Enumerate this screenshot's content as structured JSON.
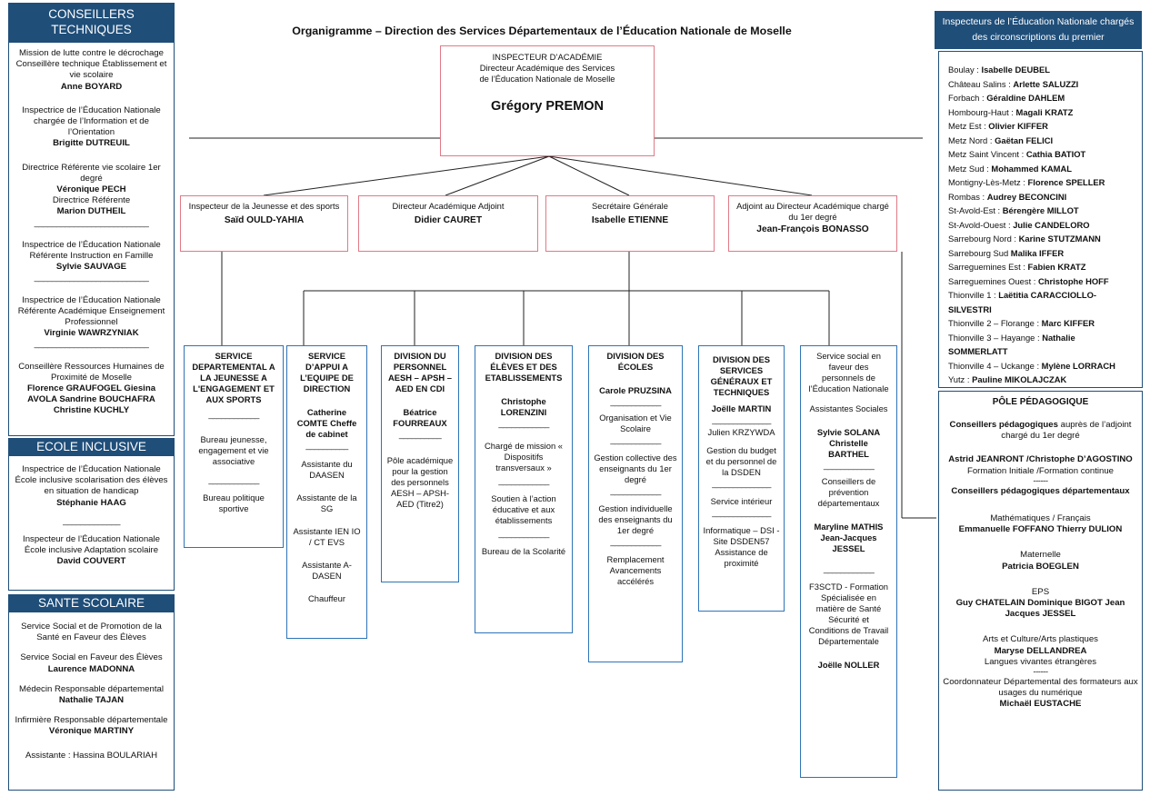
{
  "title": "Organigramme – Direction des Services Départementaux de l’Éducation Nationale de Moselle",
  "top": {
    "line1": "INSPECTEUR D’ACADÉMIE",
    "line2": "Directeur Académique des Services",
    "line3": "de l’Éducation Nationale de Moselle",
    "name": "Grégory PREMON"
  },
  "second_row": [
    {
      "role": "Inspecteur de la Jeunesse et des sports",
      "name": "Saïd OULD-YAHIA"
    },
    {
      "role": "Directeur Académique Adjoint",
      "name": "Didier CAURET"
    },
    {
      "role": "Secrétaire Générale",
      "name": "Isabelle ETIENNE"
    },
    {
      "role": "Adjoint au Directeur Académique chargé du 1er degré",
      "name": "Jean-François BONASSO"
    }
  ],
  "divisions": {
    "d1": {
      "title": "SERVICE DEPARTEMENTAL A LA JEUNESSE A L'ENGAGEMENT ET AUX SPORTS",
      "rule": "____________",
      "t1": "Bureau jeunesse, engagement et vie associative",
      "t2": "Bureau politique sportive"
    },
    "d2": {
      "title": "SERVICE D’APPUI A L’EQUIPE DE DIRECTION",
      "name": "Catherine COMTE Cheffe de cabinet",
      "rule": "__________",
      "t1": "Assistante du DAASEN",
      "t2": "Assistante de la SG",
      "t3": "Assistante IEN IO / CT EVS",
      "t4": "Assistante A-DASEN",
      "t5": "Chauffeur"
    },
    "d3": {
      "title": "DIVISION DU PERSONNEL AESH – APSH – AED EN CDI",
      "name": "Béatrice FOURREAUX",
      "rule": "__________",
      "t1": "Pôle académique pour la gestion des personnels AESH – APSH- AED (Titre2)"
    },
    "d4": {
      "title": "DIVISION DES ÉLÈVES ET DES ETABLISSEMENTS",
      "name": "Christophe LORENZINI",
      "rule": "____________",
      "t1": "Chargé de mission « Dispositifs transversaux »",
      "t2": "Soutien à l’action éducative et aux établissements",
      "t3": "Bureau de la Scolarité"
    },
    "d5": {
      "title": "DIVISION DES ÉCOLES",
      "name": "Carole PRUZSINA",
      "rule": "____________",
      "t1": "Organisation et Vie Scolaire",
      "t2": "Gestion collective des enseignants du 1er degré",
      "t3": "Gestion individuelle des enseignants du 1er degré",
      "t4": "Remplacement Avancements accélérés"
    },
    "d6": {
      "title": "DIVISION DES SERVICES GÉNÉRAUX ET TECHNIQUES",
      "name": "Joëlle MARTIN",
      "rule": "______________",
      "t1": "Julien KRZYWDA",
      "t2": "Gestion du budget et du personnel de la DSDEN",
      "t3": "Service intérieur",
      "t4": "Informatique – DSI - Site DSDEN57 Assistance de proximité"
    },
    "d7": {
      "t1": "Service social en faveur des personnels de l’Éducation Nationale",
      "t2": "Assistantes Sociales",
      "n1": "Sylvie SOLANA Christelle BARTHEL",
      "rule": "____________",
      "t3": "Conseillers de prévention départementaux",
      "n2": "Maryline MATHIS Jean-Jacques JESSEL",
      "t4": "F3SCTD - Formation Spécialisée en matière de Santé Sécurité et Conditions de Travail Départementale",
      "n3": "Joëlle NOLLER"
    }
  },
  "left": {
    "conseillers": {
      "header": "CONSEILLERS TECHNIQUES",
      "p1": {
        "t": "Mission de lutte contre le décrochage Conseillère technique Établissement et vie scolaire",
        "n": "Anne BOYARD"
      },
      "p2": {
        "t": "Inspectrice de l’Éducation Nationale chargée de l’Information et de l’Orientation",
        "n": "Brigitte DUTREUIL"
      },
      "p3": {
        "t": "Directrice Référente vie scolaire 1er degré",
        "n": "Véronique PECH",
        "t2": "Directrice Référente",
        "n2": "Marion DUTHEIL"
      },
      "rule": "__________________________",
      "p4": {
        "t": "Inspectrice de l’Éducation Nationale Référente Instruction en Famille",
        "n": "Sylvie SAUVAGE"
      },
      "p5": {
        "t": "Inspectrice de l’Éducation Nationale Référente Académique Enseignement Professionnel",
        "n": "Virginie WAWRZYNIAK"
      },
      "p6": {
        "t": "Conseillère Ressources Humaines de Proximité de Moselle",
        "n": "Florence GRAUFOGEL Giesina AVOLA Sandrine BOUCHAFRA Christine KUCHLY"
      }
    },
    "inclusive": {
      "header": "ECOLE INCLUSIVE",
      "p1": {
        "t": "Inspectrice de l’Éducation Nationale École inclusive scolarisation des élèves en situation de handicap",
        "n": "Stéphanie HAAG"
      },
      "rule": "_____________",
      "p2": {
        "t": "Inspecteur de l’Éducation Nationale École inclusive Adaptation scolaire",
        "n": "David COUVERT"
      }
    },
    "sante": {
      "header": "SANTE SCOLAIRE",
      "p1": {
        "t": "Service Social et de Promotion de la Santé en Faveur des Élèves"
      },
      "p2": {
        "t": "Service Social en Faveur des Élèves",
        "n": "Laurence MADONNA"
      },
      "p3": {
        "t": "Médecin Responsable départemental",
        "n": "Nathalie TAJAN"
      },
      "p4": {
        "t": "Infirmière Responsable départementale",
        "n": "Véronique MARTINY"
      },
      "p5": {
        "t": "Assistante : Hassina BOULARIAH"
      }
    }
  },
  "right": {
    "inspecteurs_header": "Inspecteurs de l’Éducation Nationale chargés des circonscriptions du premier",
    "inspecteurs": [
      {
        "place": "Boulay : ",
        "name": "Isabelle DEUBEL"
      },
      {
        "place": "Château Salins : ",
        "name": "Arlette SALUZZI"
      },
      {
        "place": "Forbach : ",
        "name": "Géraldine DAHLEM"
      },
      {
        "place": "Hombourg-Haut : ",
        "name": "Magali KRATZ"
      },
      {
        "place": "Metz Est : ",
        "name": "Olivier KIFFER"
      },
      {
        "place": "Metz Nord : ",
        "name": "Gaëtan FELICI"
      },
      {
        "place": "Metz Saint Vincent : ",
        "name": "Cathia BATIOT"
      },
      {
        "place": "Metz Sud : ",
        "name": "Mohammed KAMAL"
      },
      {
        "place": "Montigny-Lès-Metz : ",
        "name": "Florence SPELLER"
      },
      {
        "place": "Rombas : ",
        "name": "Audrey BECONCINI"
      },
      {
        "place": "St-Avold-Est : ",
        "name": "Bérengère MILLOT"
      },
      {
        "place": "St-Avold-Ouest : ",
        "name": "Julie CANDELORO"
      },
      {
        "place": "Sarrebourg Nord : ",
        "name": "Karine STUTZMANN"
      },
      {
        "place": "Sarrebourg Sud ",
        "name": "Malika IFFER"
      },
      {
        "place": "Sarreguemines Est : ",
        "name": "Fabien KRATZ"
      },
      {
        "place": "Sarreguemines Ouest : ",
        "name": "Christophe HOFF"
      },
      {
        "place": "Thionville 1 : ",
        "name": "Laëtitia CARACCIOLLO-SILVESTRI"
      },
      {
        "place": "Thionville 2 – Florange : ",
        "name": "Marc KIFFER"
      },
      {
        "place": "Thionville 3 – Hayange : ",
        "name": "Nathalie SOMMERLATT"
      },
      {
        "place": "Thionville 4 – Uckange : ",
        "name": "Mylène LORRACH"
      },
      {
        "place": "Yutz : ",
        "name": "Pauline MIKOLAJCZAK"
      }
    ],
    "pole": {
      "header": "PÔLE PÉDAGOGIQUE",
      "p1b": "Conseillers pédagogiques",
      "p1": " auprès de l’adjoint chargé du 1er degré",
      "p2b": "Astrid JEANRONT /Christophe D’AGOSTINO",
      "p2": " Formation Initiale /Formation continue",
      "dash": "------",
      "p3b": "Conseillers pédagogiques départementaux",
      "p4": "Mathématiques / Français",
      "p4n": "Emmanuelle FOFFANO Thierry DULION",
      "p5": "Maternelle",
      "p5n": "Patricia BOEGLEN",
      "p6": "EPS",
      "p6n": "Guy CHATELAIN Dominique BIGOT Jean Jacques JESSEL",
      "p7": "Arts et Culture/Arts plastiques",
      "p7n": "Maryse DELLANDREA",
      "p7b": "Langues vivantes étrangères",
      "p8": "Coordonnateur Départemental des formateurs aux usages du numérique",
      "p8n": "Michaël EUSTACHE"
    }
  }
}
